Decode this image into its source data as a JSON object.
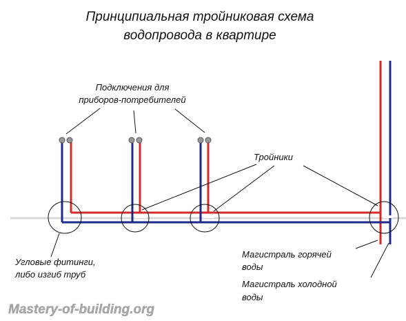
{
  "title": {
    "line1": "Принципиальная тройниковая схема",
    "line2": "водопровода в квартире"
  },
  "labels": {
    "consumers_line1": "Подключения для",
    "consumers_line2": "приборов-потребителей",
    "tees": "Тройники",
    "elbows_line1": "Угловые фитинги,",
    "elbows_line2": "либо изгиб труб",
    "hot_main_line1": "Магистраль горячей",
    "hot_main_line2": "воды",
    "cold_main_line1": "Магистраль холодной",
    "cold_main_line2": "воды"
  },
  "watermark": "Mastery-of-building.org",
  "colors": {
    "hot_pipe": "#d42a2a",
    "cold_pipe": "#1c2a8c",
    "outline": "#111111",
    "watermark": "#a8a8a8"
  }
}
